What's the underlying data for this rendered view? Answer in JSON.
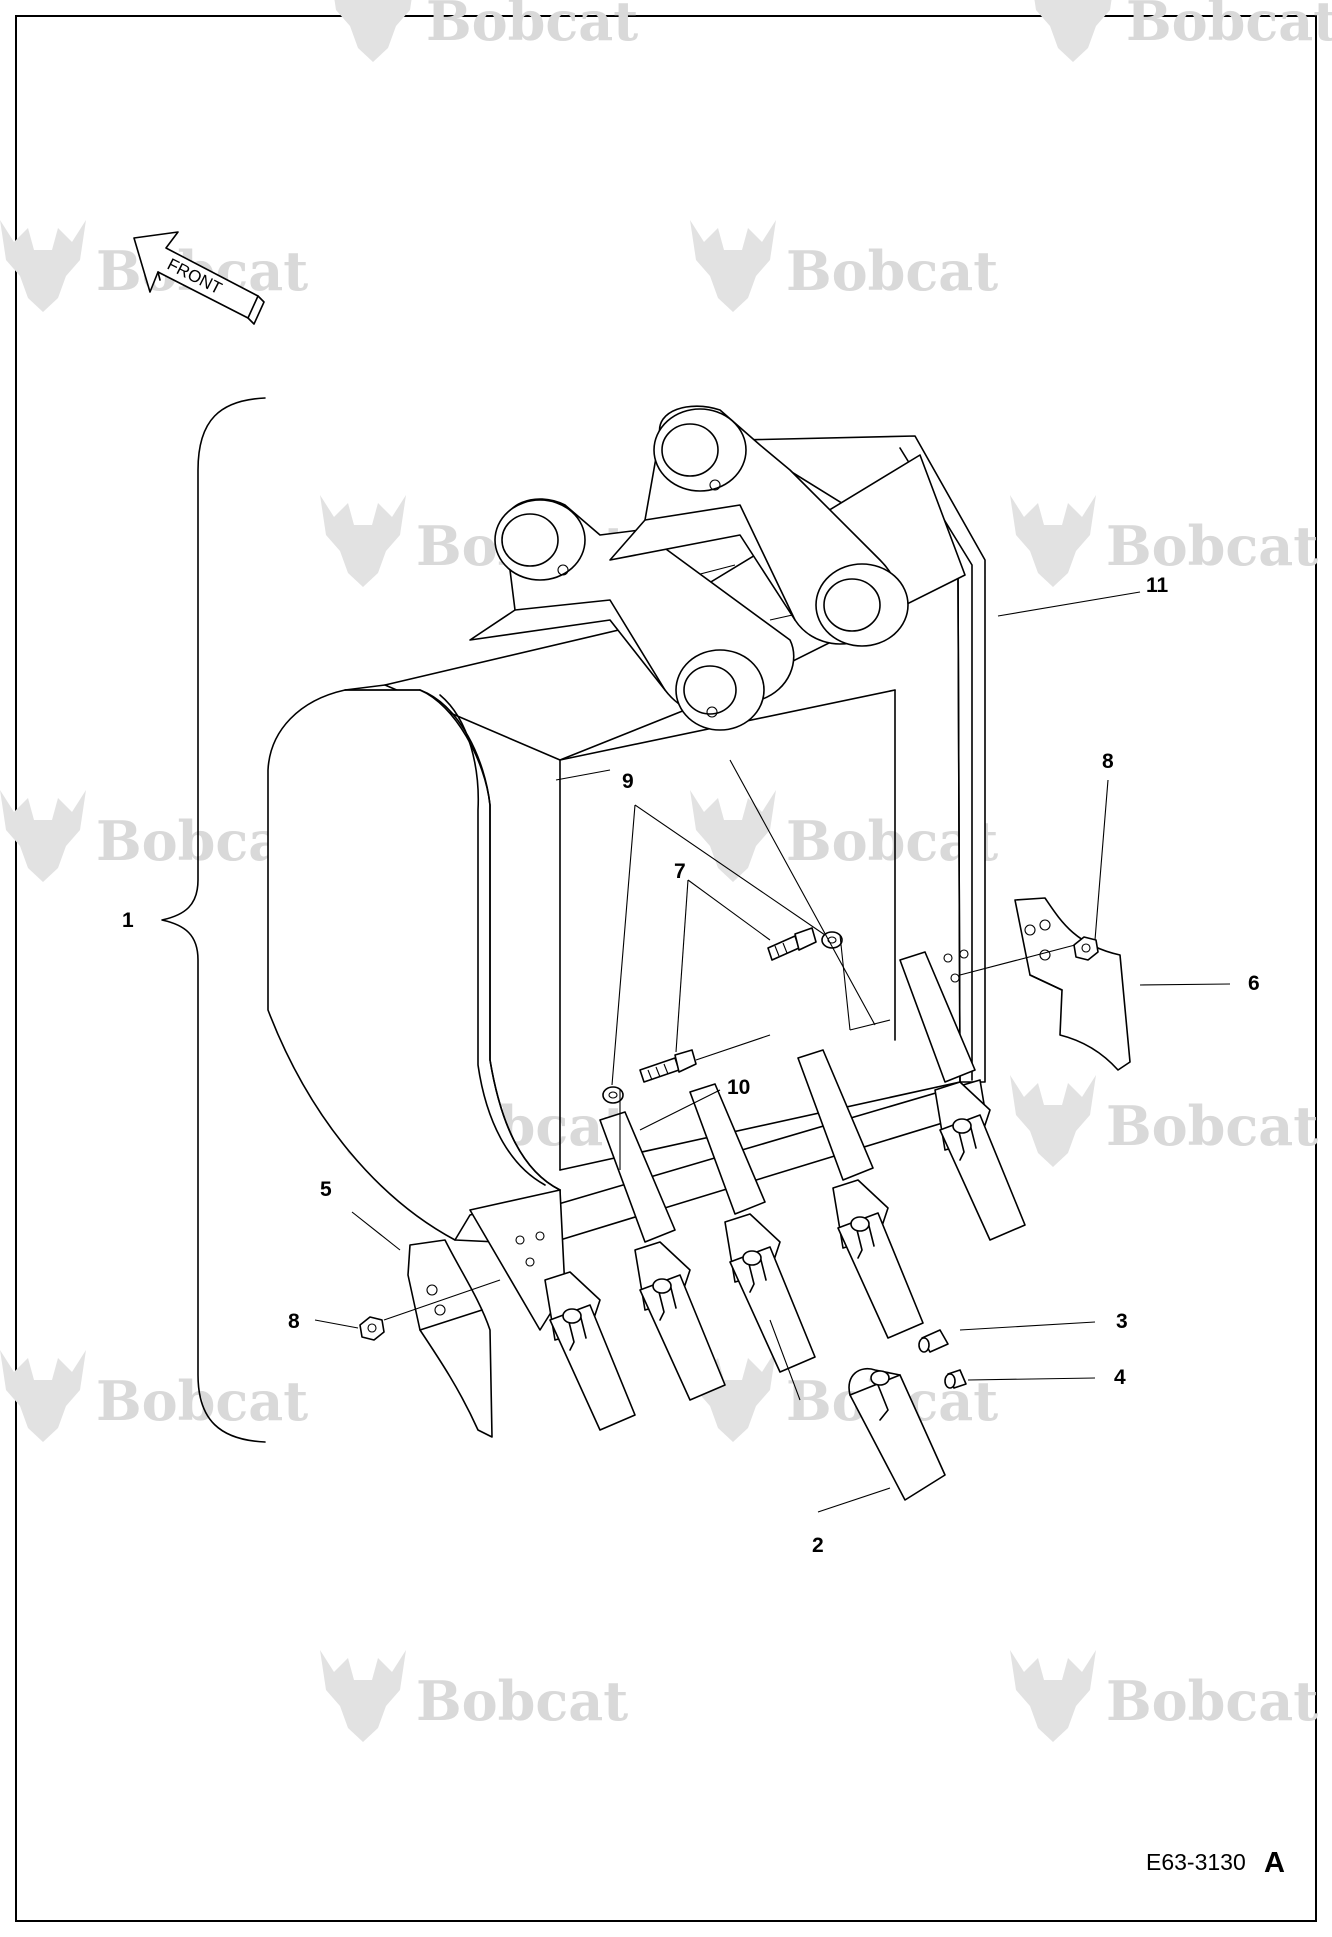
{
  "watermark": {
    "brand": "Bobcat"
  },
  "orientation": {
    "label": "FRONT"
  },
  "callouts": [
    "1",
    "2",
    "3",
    "4",
    "5",
    "6",
    "7",
    "8",
    "8",
    "9",
    "10",
    "11"
  ],
  "reference": {
    "code": "E63-3130",
    "revision": "A"
  }
}
